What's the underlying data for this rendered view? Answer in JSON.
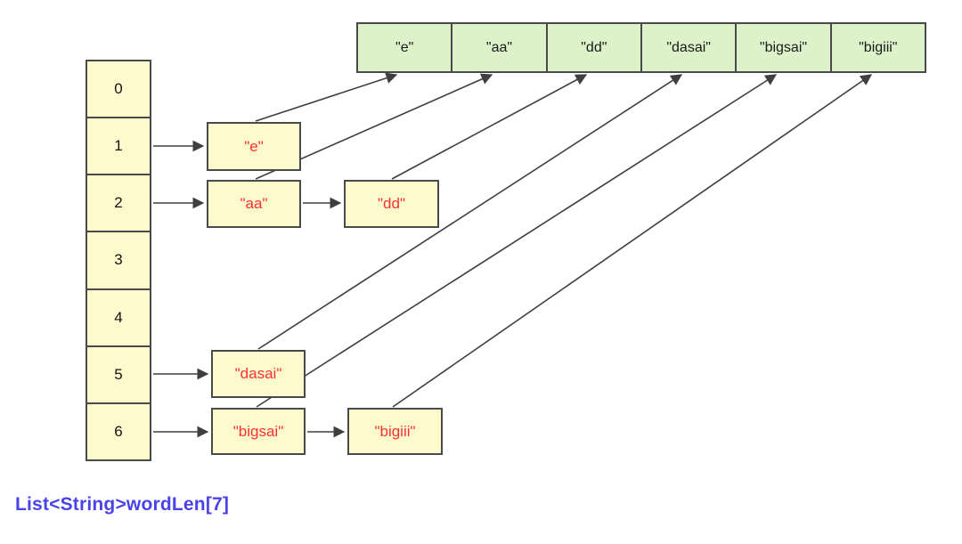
{
  "caption": "List<String>wordLen[7]",
  "word_array": {
    "cells": [
      "\"e\"",
      "\"aa\"",
      "\"dd\"",
      "\"dasai\"",
      "\"bigsai\"",
      "\"bigiii\""
    ]
  },
  "index_array": {
    "cells": [
      "0",
      "1",
      "2",
      "3",
      "4",
      "5",
      "6"
    ]
  },
  "nodes": {
    "e": "\"e\"",
    "aa": "\"aa\"",
    "dd": "\"dd\"",
    "dasai": "\"dasai\"",
    "bigsai": "\"bigsai\"",
    "bigiii": "\"bigiii\""
  },
  "edges": [
    {
      "from": "index-1",
      "to": "node-e"
    },
    {
      "from": "index-2",
      "to": "node-aa"
    },
    {
      "from": "node-aa",
      "to": "node-dd"
    },
    {
      "from": "index-5",
      "to": "node-dasai"
    },
    {
      "from": "index-6",
      "to": "node-bigsai"
    },
    {
      "from": "node-bigsai",
      "to": "node-bigiii"
    },
    {
      "from": "node-e",
      "to": "word-cell-0"
    },
    {
      "from": "node-aa",
      "to": "word-cell-1"
    },
    {
      "from": "node-dd",
      "to": "word-cell-2"
    },
    {
      "from": "node-dasai",
      "to": "word-cell-3"
    },
    {
      "from": "node-bigsai",
      "to": "word-cell-4"
    },
    {
      "from": "node-bigiii",
      "to": "word-cell-5"
    }
  ],
  "colors": {
    "node_fill": "#fdfbce",
    "word_fill": "#ddf2c8",
    "border": "#4a4a4a",
    "arrow": "#3f3f3f",
    "node_text": "#fb3233",
    "index_text": "#141414",
    "caption_text": "#4a43e8"
  }
}
